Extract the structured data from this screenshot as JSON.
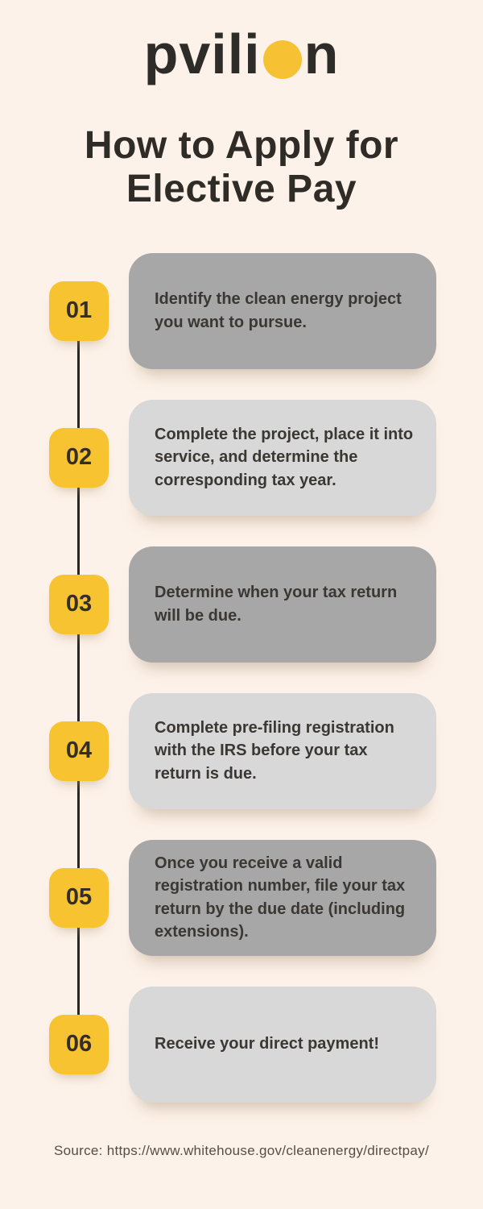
{
  "infographic": {
    "background_color": "#FDF2E9",
    "logo": {
      "name": "pvilion",
      "text_before_circle": "pvili",
      "text_after_circle": "n",
      "circle_color": "#F6C233",
      "text_color": "#2E2C29"
    },
    "title": {
      "line1": "How to Apply for",
      "line2": "Elective Pay"
    },
    "steps": [
      {
        "number": "01",
        "text": "Identify the clean energy project you want to pursue.",
        "card_shade": "dark"
      },
      {
        "number": "02",
        "text": "Complete the project, place it into service, and determine the corresponding tax year.",
        "card_shade": "light"
      },
      {
        "number": "03",
        "text": "Determine when your tax return will be due.",
        "card_shade": "dark"
      },
      {
        "number": "04",
        "text": "Complete pre-filing registration with the IRS before your tax return is due.",
        "card_shade": "light"
      },
      {
        "number": "05",
        "text": "Once you receive a valid registration number, file your tax return by the due date (including extensions).",
        "card_shade": "dark"
      },
      {
        "number": "06",
        "text": "Receive your direct payment!",
        "card_shade": "light"
      }
    ],
    "colors": {
      "badge": "#F7C331",
      "card_dark": "#A7A7A7",
      "card_light": "#D8D8D8",
      "connector_line": "#2B2722",
      "text": "#3B3733"
    },
    "source_text": "Source: https://www.whitehouse.gov/cleanenergy/directpay/"
  }
}
